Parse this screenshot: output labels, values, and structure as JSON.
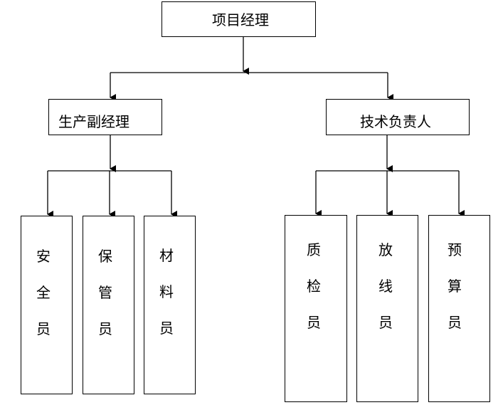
{
  "org_chart": {
    "root": {
      "label": "项目经理"
    },
    "left_branch": {
      "label": "生产副经理",
      "children": [
        {
          "chars": [
            "安",
            "全",
            "员"
          ]
        },
        {
          "chars": [
            "保",
            "管",
            "员"
          ]
        },
        {
          "chars": [
            "材",
            "料",
            "员"
          ]
        }
      ]
    },
    "right_branch": {
      "label": "技术负责人",
      "children": [
        {
          "chars": [
            "质",
            "检",
            "员"
          ]
        },
        {
          "chars": [
            "放",
            "线",
            "员"
          ]
        },
        {
          "chars": [
            "预",
            "算",
            "员"
          ]
        }
      ]
    }
  }
}
